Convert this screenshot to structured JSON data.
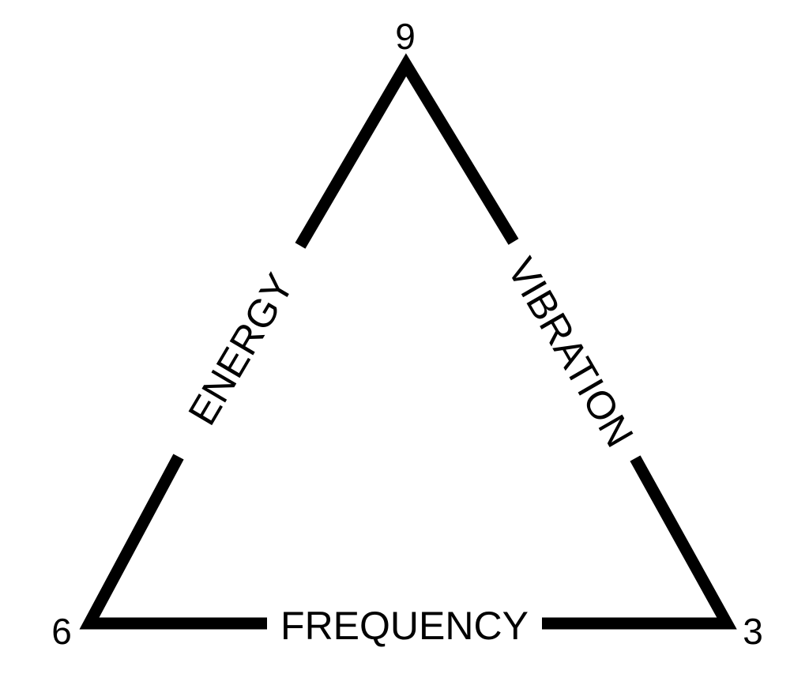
{
  "vertices": {
    "top": "9",
    "bottom_left": "6",
    "bottom_right": "3"
  },
  "sides": {
    "left": "ENERGY",
    "right": "VIBRATION",
    "bottom": "FREQUENCY"
  },
  "colors": {
    "line": "#000000",
    "background": "#ffffff"
  }
}
